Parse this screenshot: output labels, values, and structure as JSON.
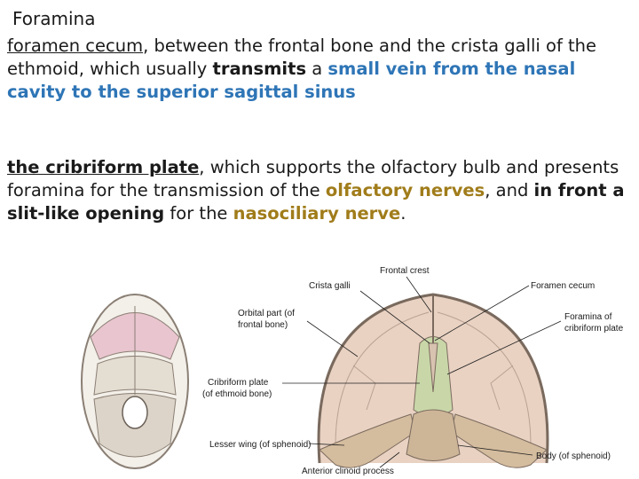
{
  "heading": "Foramina",
  "paragraph1": {
    "term": "foramen cecum",
    "t1": ", between the frontal bone and the crista galli of the ethmoid, which usually ",
    "transmits": "transmits",
    "t2": " a ",
    "vein": "small vein from the nasal cavity to the superior sagittal sinus"
  },
  "paragraph2": {
    "term": "the cribriform plate",
    "t1": ", which supports the olfactory bulb and presents foramina for the transmission of the ",
    "olfactory": "olfactory nerves",
    "t2": ", and ",
    "front": "in front a slit-like opening",
    "t3": " for the ",
    "nasociliary": "nasociliary nerve",
    "t4": "."
  },
  "figure_labels": {
    "frontal_crest": "Frontal crest",
    "crista_galli": "Crista galli",
    "foramen_cecum": "Foramen cecum",
    "orbital_part_1": "Orbital part (of",
    "orbital_part_2": "frontal bone)",
    "foramina_cribriform_1": "Foramina of",
    "foramina_cribriform_2": "cribriform plate",
    "cribriform_plate_1": "Cribriform plate",
    "cribriform_plate_2": "(of ethmoid bone)",
    "lesser_wing": "Lesser wing (of sphenoid)",
    "anterior_clinoid": "Anterior clinoid process",
    "body_sphenoid": "Body (of sphenoid)"
  },
  "colors": {
    "blue": "#2e75b6",
    "gold": "#a07c1a",
    "bone": "#e9d2c2",
    "ethmoid": "#c9d7a8"
  }
}
